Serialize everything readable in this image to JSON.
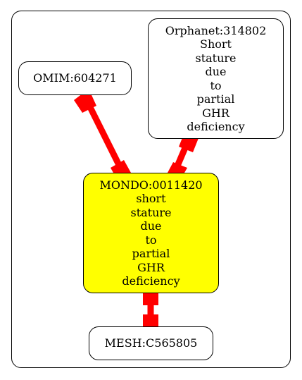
{
  "nodes": {
    "omim": {
      "lines": [
        "OMIM:604271"
      ]
    },
    "orphanet": {
      "lines": [
        "Orphanet:314802",
        "Short",
        "stature",
        "due",
        "to",
        "partial",
        "GHR",
        "deficiency"
      ]
    },
    "mondo": {
      "lines": [
        "MONDO:0011420",
        "short",
        "stature",
        "due",
        "to",
        "partial",
        "GHR",
        "deficiency"
      ],
      "fill": "#ffff00"
    },
    "mesh": {
      "lines": [
        "MESH:C565805"
      ]
    }
  },
  "edges": [
    {
      "from": "omim",
      "to": "mondo",
      "color": "#ff0000"
    },
    {
      "from": "orphanet",
      "to": "mondo",
      "color": "#ff0000"
    },
    {
      "from": "mondo",
      "to": "mesh",
      "color": "#ff0000"
    }
  ]
}
